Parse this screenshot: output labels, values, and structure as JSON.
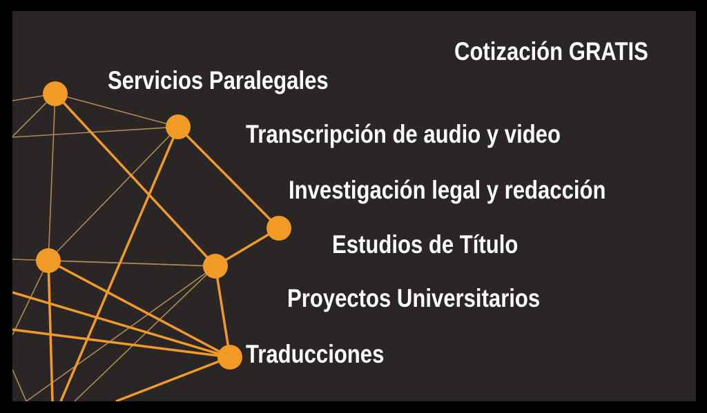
{
  "colors": {
    "background": "#2b2626",
    "frame": "#000000",
    "accent": "#f29a26",
    "text": "#ffffff"
  },
  "cta": "Cotización GRATIS",
  "services": [
    "Servicios Paralegales",
    "Transcripción de audio y video",
    "Investigación legal y redacción",
    "Estudios de Título",
    "Proyectos Universitarios",
    "Traducciones"
  ]
}
